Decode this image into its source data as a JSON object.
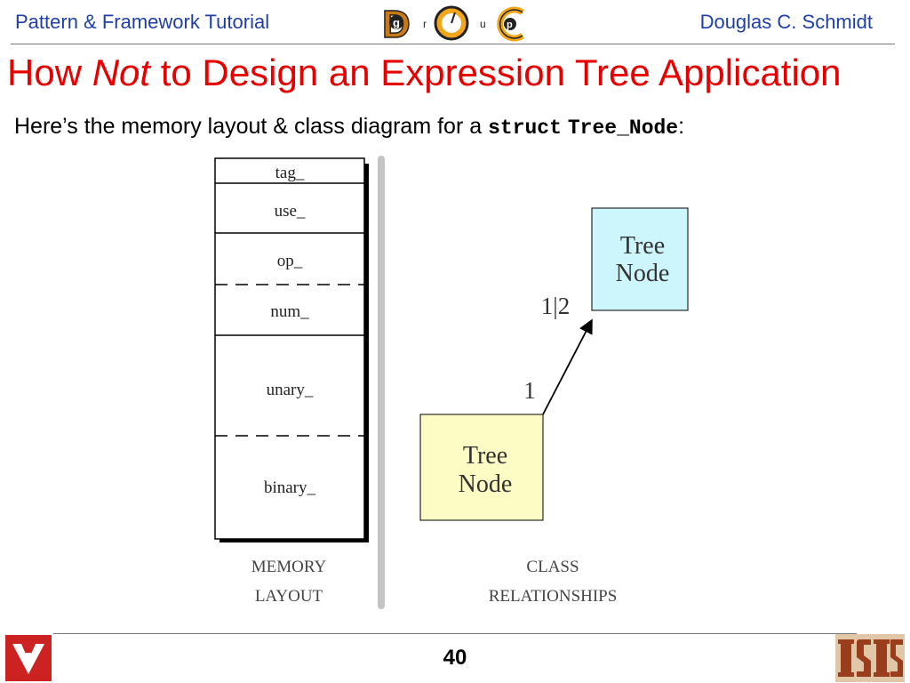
{
  "header": {
    "left": "Pattern & Framework Tutorial",
    "right": "Douglas C. Schmidt"
  },
  "title": {
    "pre": "How ",
    "emphasis": "Not",
    "post": " to Design an Expression Tree Application"
  },
  "subtitle": {
    "text": "Here’s the memory layout & class diagram for a ",
    "code1": "struct",
    "code2": "Tree_Node",
    "suffix": ":"
  },
  "memory_layout": {
    "fields": [
      "tag_",
      "use_",
      "op_",
      "num_",
      "unary_",
      "binary_"
    ],
    "caption_line1": "MEMORY",
    "caption_line2": "LAYOUT"
  },
  "class_diagram": {
    "target_node_line1": "Tree",
    "target_node_line2": "Node",
    "source_node_line1": "Tree",
    "source_node_line2": "Node",
    "multiplicity_target": "1|2",
    "multiplicity_source": "1",
    "caption_line1": "CLASS",
    "caption_line2": "RELATIONSHIPS"
  },
  "footer": {
    "page_number": "40",
    "logo_d": "D",
    "logo_letters": [
      "g",
      "r",
      "u",
      "p"
    ]
  },
  "colors": {
    "header_text": "#1f3fa6",
    "title_red": "#e60000",
    "target_node_fill": "#ccf6fb",
    "source_node_fill": "#fcfcc4",
    "vanderbilt_red": "#cc2222",
    "isis_brown": "#9a3d1c"
  }
}
